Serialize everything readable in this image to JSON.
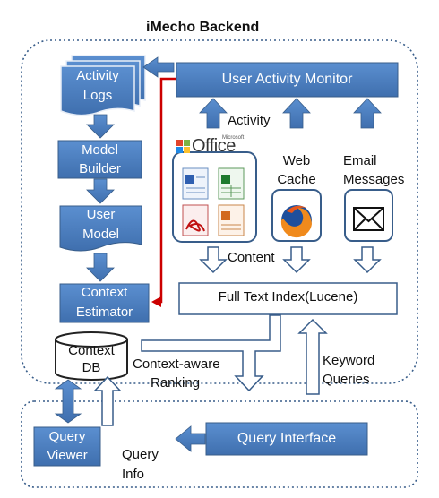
{
  "title": "iMecho Backend",
  "boxes": {
    "activity_logs": [
      "Activity",
      "Logs"
    ],
    "user_activity_monitor": "User Activity Monitor",
    "model_builder": [
      "Model",
      "Builder"
    ],
    "user_model": [
      "User",
      "Model"
    ],
    "context_estimator": [
      "Context",
      "Estimator"
    ],
    "full_text_index": "Full Text Index(Lucene)",
    "context_db": [
      "Context",
      "DB"
    ],
    "query_viewer": [
      "Query",
      "Viewer"
    ],
    "query_interface": "Query Interface"
  },
  "sources": {
    "office_logo": "Office",
    "office_logo_small": "Microsoft",
    "web_cache": [
      "Web",
      "Cache"
    ],
    "email": [
      "Email",
      "Messages"
    ]
  },
  "labels": {
    "activity": "Activity",
    "content": "Content",
    "ranking": [
      "Context-aware",
      "Ranking"
    ],
    "keyword": [
      "Keyword",
      "Queries"
    ],
    "query_info": [
      "Query",
      "Info"
    ]
  },
  "colors": {
    "box_fill": "#4f81bd",
    "box_stroke": "#385d8a",
    "red_arrow": "#cc0000",
    "outline": "#385d8a"
  }
}
